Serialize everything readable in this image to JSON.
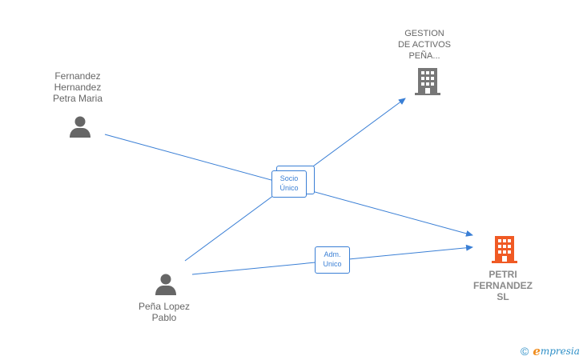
{
  "nodes": {
    "fernandez": {
      "lines": [
        "Fernandez",
        "Hernandez",
        "Petra Maria"
      ],
      "kind": "person"
    },
    "pena": {
      "lines": [
        "Peña Lopez",
        "Pablo"
      ],
      "kind": "person"
    },
    "gestion": {
      "lines": [
        "GESTION",
        "DE ACTIVOS",
        "PEÑA..."
      ],
      "kind": "company"
    },
    "petri": {
      "lines": [
        "PETRI",
        "FERNANDEZ",
        "SL"
      ],
      "kind": "company-highlight"
    }
  },
  "edges": {
    "socio": {
      "lines": [
        "Socio",
        "Único"
      ]
    },
    "adm": {
      "lines": [
        "Adm.",
        "Unico"
      ]
    }
  },
  "footer": {
    "copyright": "©",
    "brand_e": "e",
    "brand_rest": "mpresia"
  },
  "colors": {
    "edge": "#3a7fd5",
    "person_icon": "#666666",
    "company_icon": "#777777",
    "highlight_company": "#f05a24"
  }
}
